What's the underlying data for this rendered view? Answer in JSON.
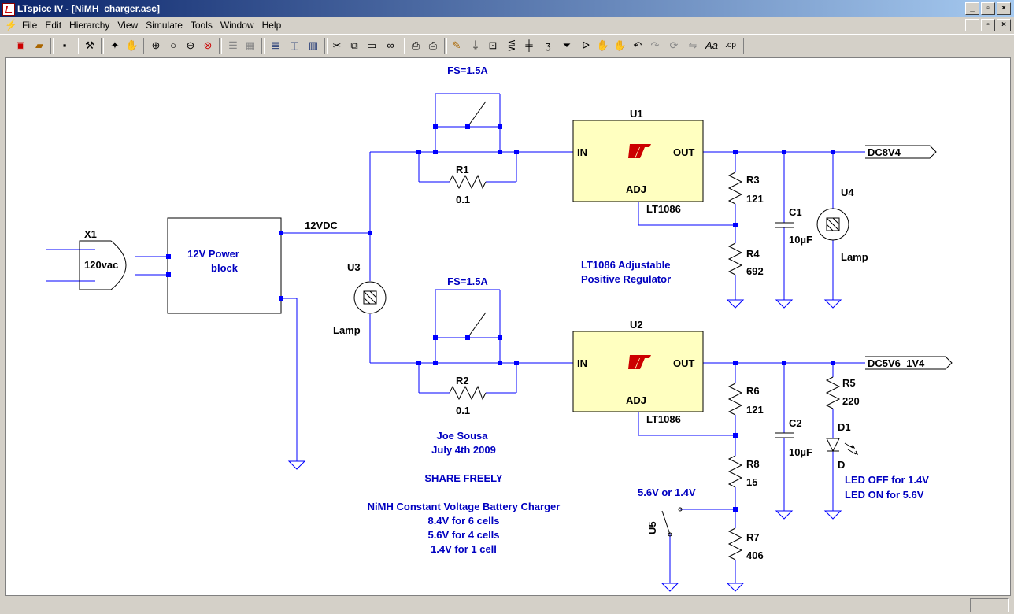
{
  "window": {
    "title": "LTspice IV - [NiMH_charger.asc]",
    "min_glyph": "_",
    "max_glyph": "▫",
    "close_glyph": "×"
  },
  "menu": [
    "File",
    "Edit",
    "Hierarchy",
    "View",
    "Simulate",
    "Tools",
    "Window",
    "Help"
  ],
  "toolbar_icons": [
    "new-schematic-icon",
    "open-icon",
    "save-icon",
    "control-panel-icon",
    "run-icon",
    "halt-icon",
    "zoom-in-icon",
    "zoom-fit-icon",
    "zoom-out-icon",
    "cancel-zoom-icon",
    "autorange-icon",
    "grid-icon",
    "tile-horizontal-icon",
    "cascade-icon",
    "tile-vertical-icon",
    "cut-icon",
    "copy-icon",
    "paste-icon",
    "find-icon",
    "print-setup-icon",
    "print-icon",
    "wire-icon",
    "ground-icon",
    "label-net-icon",
    "resistor-icon",
    "capacitor-icon",
    "inductor-icon",
    "diode-icon",
    "component-icon",
    "move-icon",
    "drag-icon",
    "undo-icon",
    "redo-icon",
    "rotate-icon",
    "mirror-icon",
    "text-icon",
    "spice-directive-icon"
  ],
  "schematic": {
    "x1": {
      "ref": "X1",
      "value": "120vac"
    },
    "power_block": {
      "line1": "12V Power",
      "line2": "block"
    },
    "net_12vdc": "12VDC",
    "u3": {
      "ref": "U3",
      "value": "Lamp"
    },
    "fuse_top": "FS=1.5A",
    "fuse_bottom": "FS=1.5A",
    "r1": {
      "ref": "R1",
      "value": "0.1"
    },
    "r2": {
      "ref": "R2",
      "value": "0.1"
    },
    "u1": {
      "ref": "U1",
      "part": "LT1086",
      "in": "IN",
      "out": "OUT",
      "adj": "ADJ"
    },
    "u2": {
      "ref": "U2",
      "part": "LT1086",
      "in": "IN",
      "out": "OUT",
      "adj": "ADJ"
    },
    "r3": {
      "ref": "R3",
      "value": "121"
    },
    "r4": {
      "ref": "R4",
      "value": "692"
    },
    "c1": {
      "ref": "C1",
      "value": "10µF"
    },
    "u4": {
      "ref": "U4",
      "value": "Lamp"
    },
    "out1": "DC8V4",
    "out2": "DC5V6_1V4",
    "r6": {
      "ref": "R6",
      "value": "121"
    },
    "r8": {
      "ref": "R8",
      "value": "15"
    },
    "r7": {
      "ref": "R7",
      "value": "406"
    },
    "c2": {
      "ref": "C2",
      "value": "10µF"
    },
    "r5": {
      "ref": "R5",
      "value": "220"
    },
    "d1": {
      "ref": "D1",
      "value": "D"
    },
    "u5": {
      "ref": "U5",
      "label": "5.6V or 1.4V"
    },
    "note_reg": [
      "LT1086 Adjustable",
      "Positive Regulator"
    ],
    "note_led": [
      "LED OFF for 1.4V",
      "LED ON for 5.6V"
    ],
    "note_author": [
      "Joe Sousa",
      "July 4th 2009"
    ],
    "note_share": "SHARE FREELY",
    "note_desc": [
      "NiMH Constant Voltage Battery Charger",
      "8.4V for 6 cells",
      "5.6V for 4 cells",
      "1.4V for 1 cell"
    ]
  },
  "colors": {
    "wire": "#0000ff",
    "text": "#000000",
    "comment": "#0000c0",
    "regulator_fill": "#ffffc0",
    "logo": "#cc0000"
  }
}
